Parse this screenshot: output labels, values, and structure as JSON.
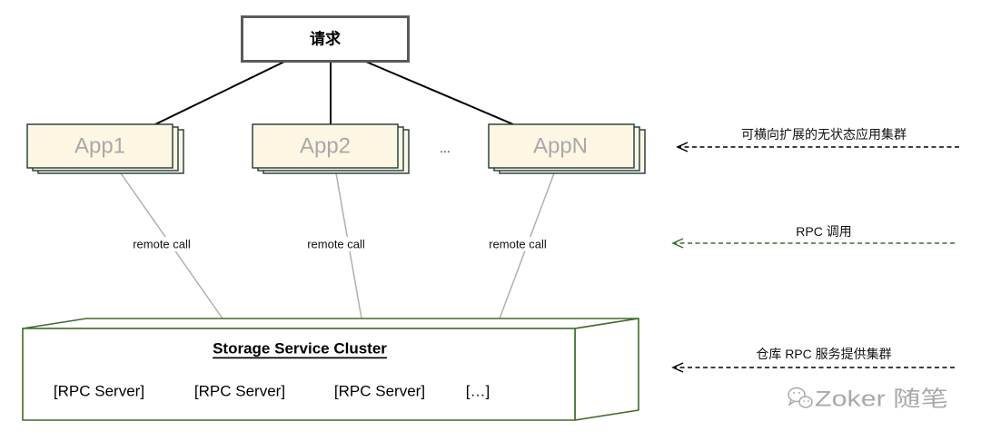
{
  "request": {
    "label": "请求"
  },
  "apps": [
    {
      "label": "App1"
    },
    {
      "label": "App2"
    },
    {
      "label": "AppN"
    }
  ],
  "apps_more": "...",
  "remote_calls": [
    {
      "label": "remote call"
    },
    {
      "label": "remote call"
    },
    {
      "label": "remote call"
    }
  ],
  "storage": {
    "title": "Storage Service Cluster",
    "servers": [
      "[RPC Server]",
      "[RPC Server]",
      "[RPC Server]",
      "[…]"
    ]
  },
  "annotations": [
    {
      "label": "可横向扩展的无状态应用集群"
    },
    {
      "label": "RPC 调用"
    },
    {
      "label": "仓库 RPC 服务提供集群"
    }
  ],
  "watermark": {
    "text": "Zoker 随笔",
    "icon": "wechat-icon"
  },
  "colors": {
    "request_border": "#5a5a5a",
    "connector": "#000000",
    "app_fill": "#fcf6e3",
    "app_border": "#2d4545",
    "app_text": "#a9a9a9",
    "remote_call_line": "#b0b0b0",
    "storage_border": "#3e6d2c",
    "rpc_arrow": "#3e6d2c",
    "arrow": "#000000",
    "watermark": "#a9a9a9"
  }
}
